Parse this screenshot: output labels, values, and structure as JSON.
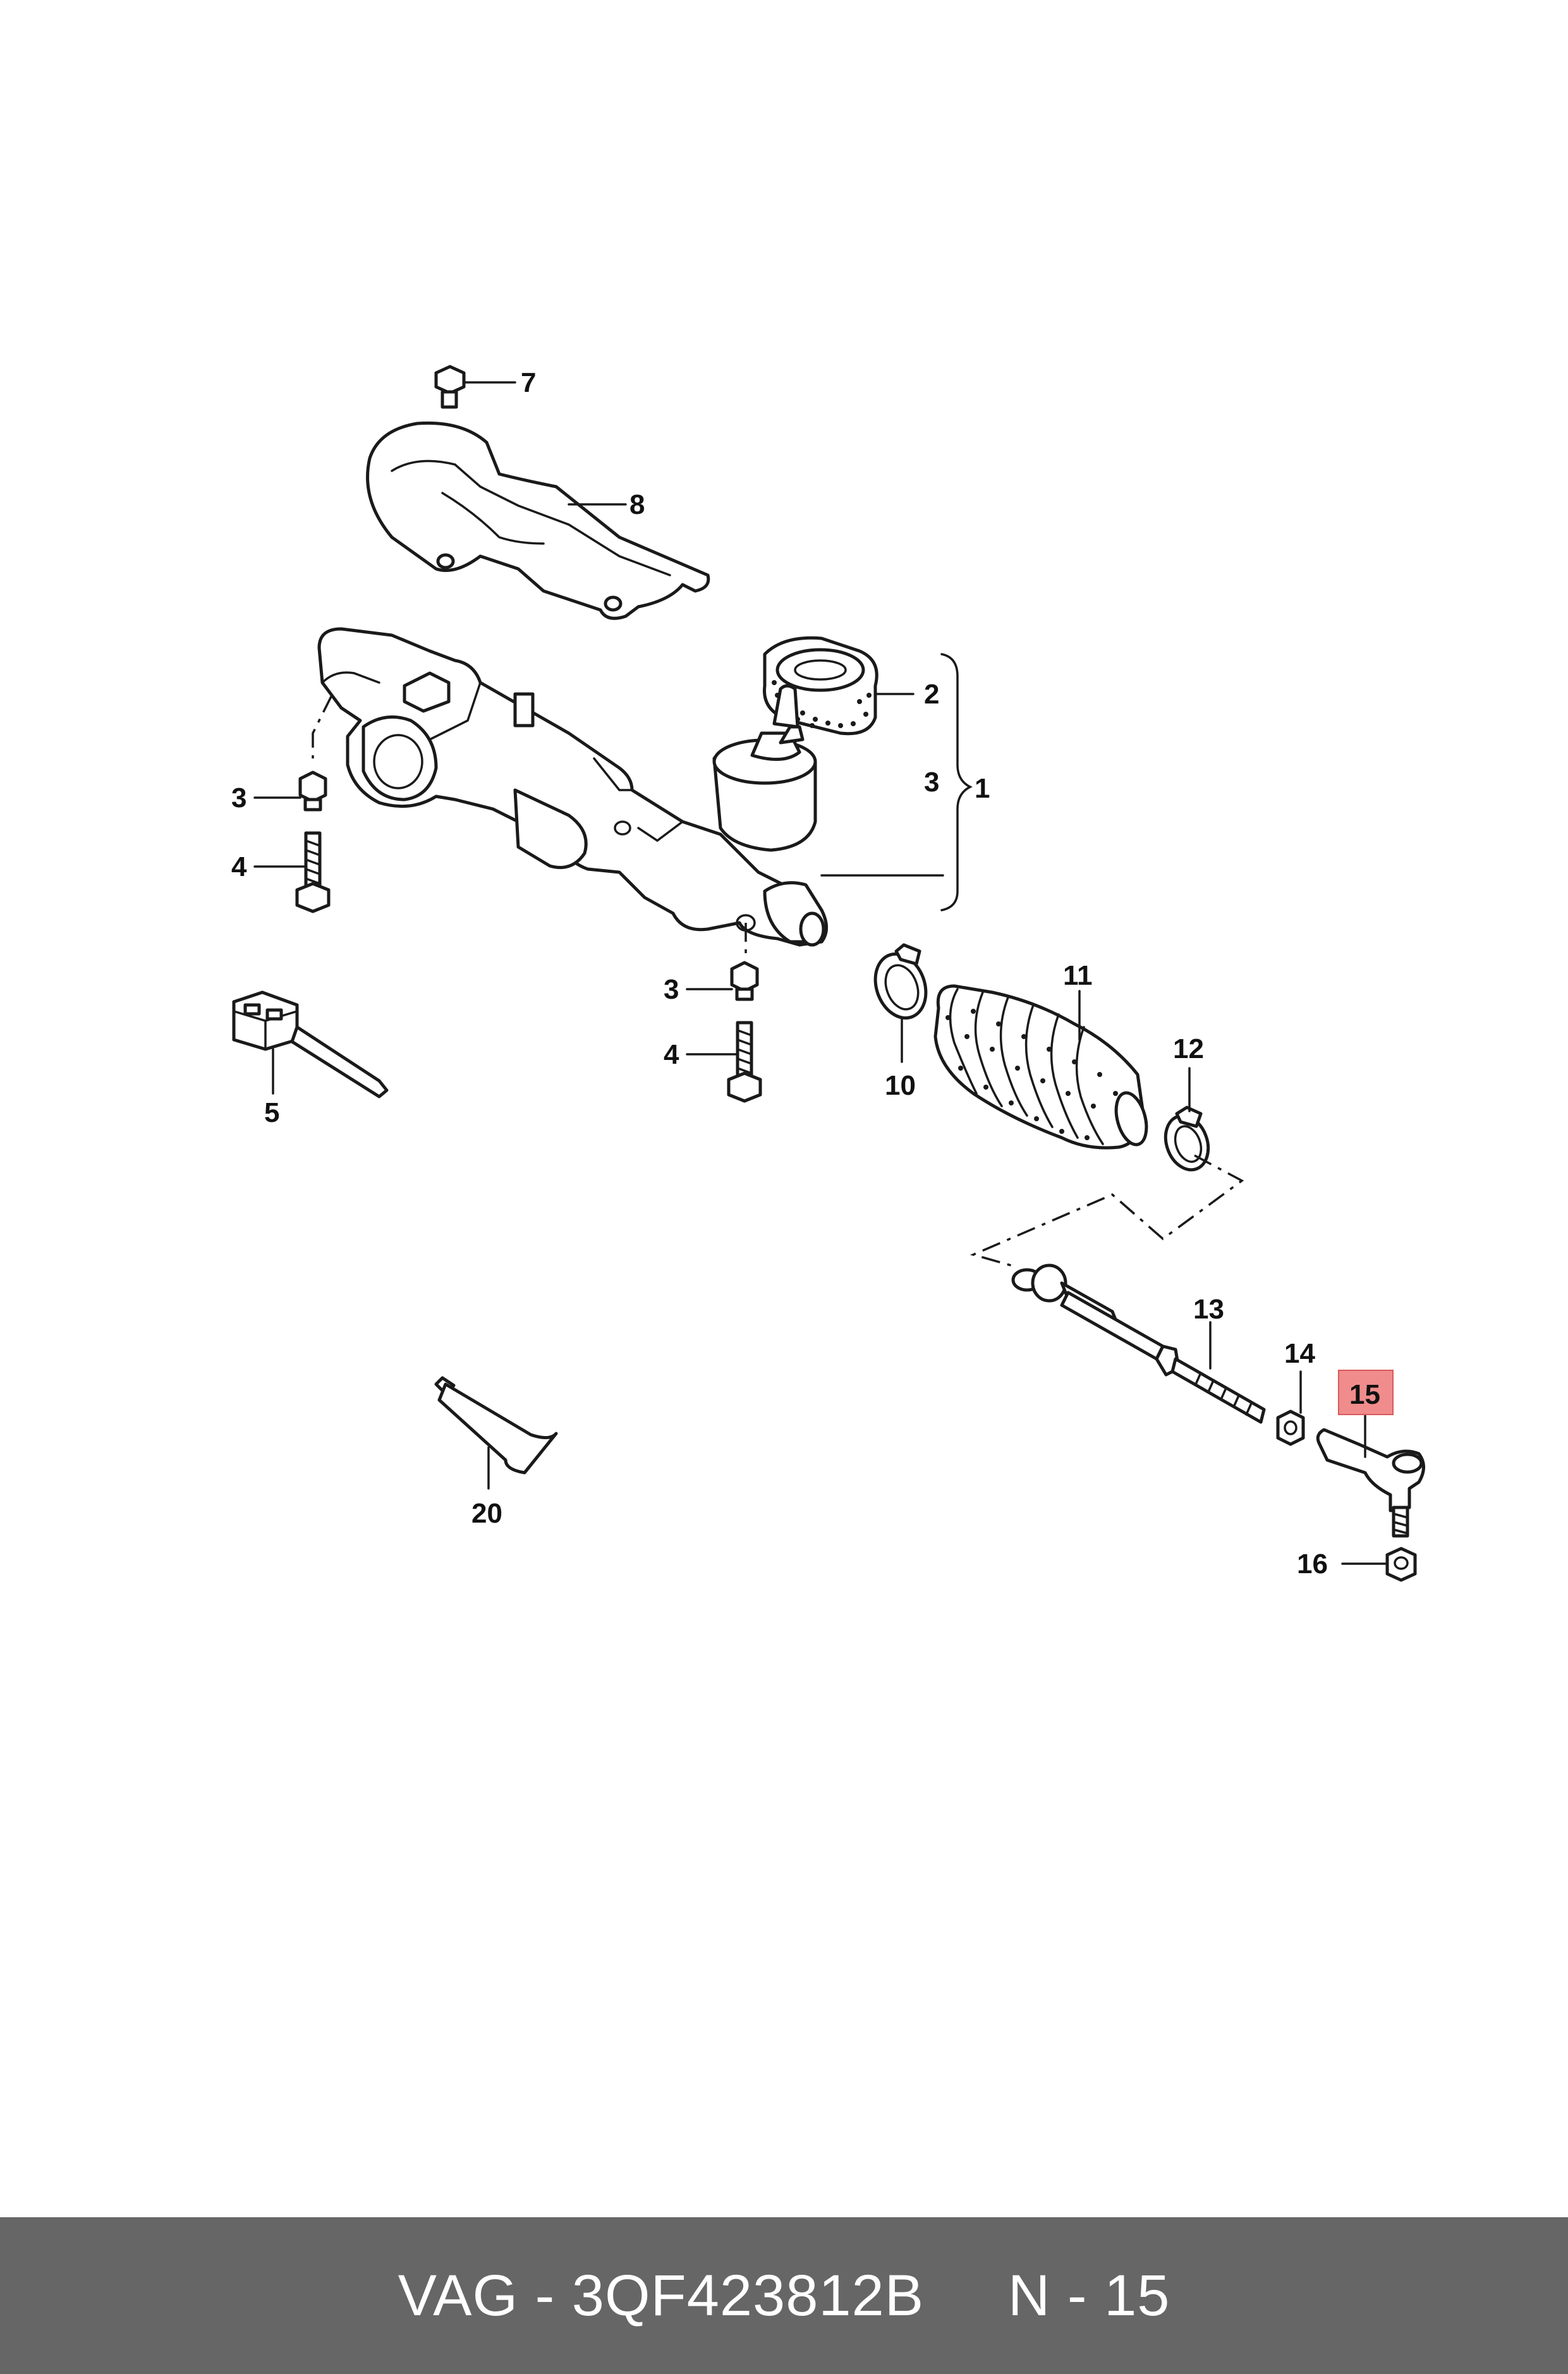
{
  "callouts": {
    "c1": "1",
    "c2": "2",
    "c3a": "3",
    "c3b": "3",
    "c3c": "3",
    "c4a": "4",
    "c4b": "4",
    "c5": "5",
    "c7": "7",
    "c8": "8",
    "c10": "10",
    "c11": "11",
    "c12": "12",
    "c13": "13",
    "c14": "14",
    "c15": "15",
    "c16": "16",
    "c20": "20"
  },
  "highlight": {
    "part": "15",
    "color": "#f08c8c"
  },
  "footer": {
    "text": "VAG - 3QF423812B     N - 15",
    "background": "#666666"
  }
}
